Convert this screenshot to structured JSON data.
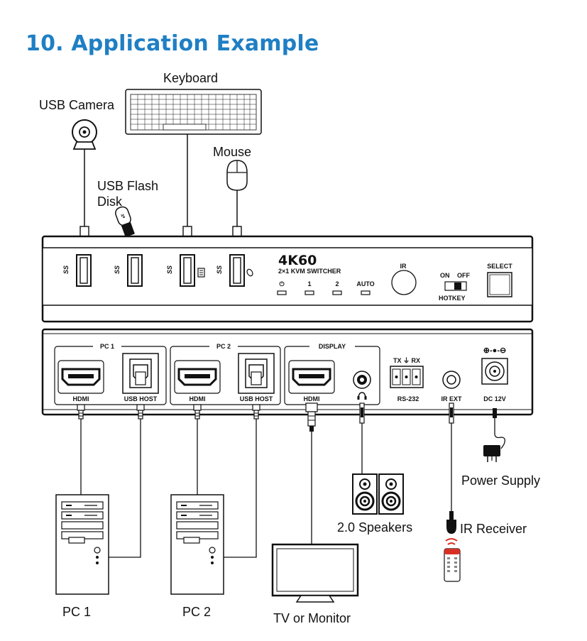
{
  "heading": "10. Application Example",
  "labels": {
    "keyboard": "Keyboard",
    "usb_camera": "USB Camera",
    "mouse": "Mouse",
    "usb_flash_line1": "USB Flash",
    "usb_flash_line2": "Disk",
    "power_supply": "Power Supply",
    "speakers": "2.0 Speakers",
    "ir_receiver": "IR Receiver",
    "pc1": "PC 1",
    "pc2": "PC 2",
    "tv": "TV or Monitor"
  },
  "front_panel": {
    "brand": "4K60",
    "model": "2×1 KVM SWITCHER",
    "led_labels": [
      "⏻",
      "1",
      "2",
      "AUTO"
    ],
    "ir": "IR",
    "switch_on": "ON",
    "switch_off": "OFF",
    "hotkey": "HOTKEY",
    "select": "SELECT",
    "usb_mark": "SS"
  },
  "rear_panel": {
    "groups": [
      "PC 1",
      "PC 2",
      "DISPLAY"
    ],
    "hdmi": "HDMI",
    "usb_host": "USB HOST",
    "rs232": "RS-232",
    "rs232_pins": "TX ⏚ RX",
    "ir_ext": "IR EXT",
    "dc": "DC 12V",
    "polarity": "⊕-●-⊖"
  },
  "colors": {
    "heading": "#1f7fc4",
    "ir_remote_signal": "#d93025",
    "line": "#111111"
  },
  "icons": [
    "usb-camera-icon",
    "keyboard-icon",
    "mouse-icon",
    "usb-flash-disk-icon",
    "pc-tower-icon",
    "monitor-icon",
    "speaker-icon",
    "ir-receiver-icon",
    "remote-control-icon",
    "power-adapter-icon"
  ]
}
